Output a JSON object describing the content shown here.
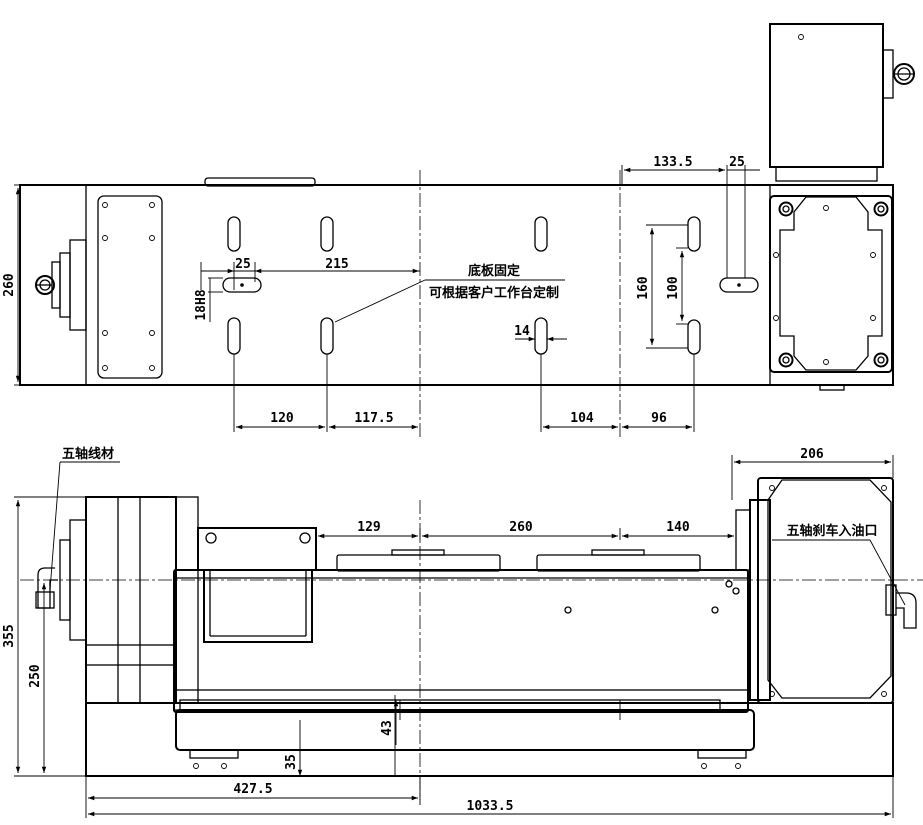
{
  "top_view": {
    "dimensions": {
      "height": "260",
      "slot_gap": "25",
      "slot_span": "215",
      "slot_fit": "18H8",
      "x_120": "120",
      "x_117_5": "117.5",
      "slot_w": "14",
      "x_104": "104",
      "x_96": "96",
      "x_133_5": "133.5",
      "x_25_right": "25",
      "y_160": "160",
      "y_100": "100"
    },
    "callout_line1": "底板固定",
    "callout_line2": "可根据客户工作台定制"
  },
  "front_view": {
    "cable_label": "五轴线材",
    "brake_label": "五轴刹车入油口",
    "dimensions": {
      "w_206": "206",
      "w_129": "129",
      "w_260": "260",
      "w_140": "140",
      "h_355": "355",
      "h_250": "250",
      "h_43": "43",
      "h_35": "35",
      "x_427_5": "427.5",
      "total_1033_5": "1033.5"
    }
  }
}
